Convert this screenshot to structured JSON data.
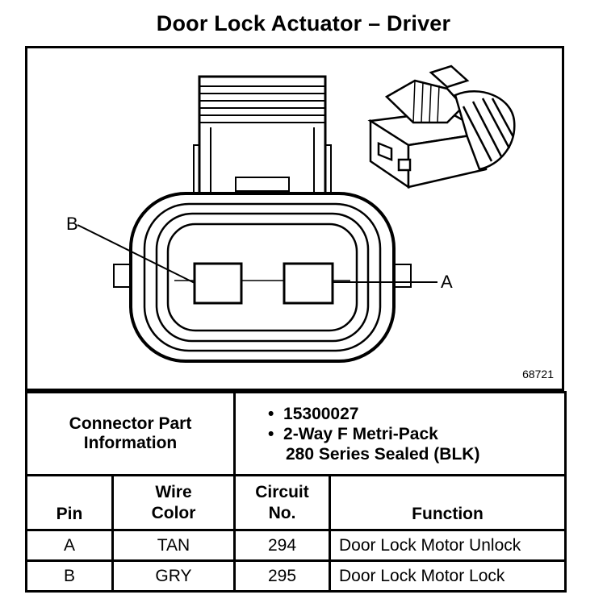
{
  "title": "Door Lock Actuator – Driver",
  "diagram": {
    "label_b": "B",
    "label_a": "A",
    "figure_id": "68721"
  },
  "connector_info": {
    "label_line1": "Connector Part",
    "label_line2": "Information",
    "part_number": "15300027",
    "desc_line1": "2-Way F Metri-Pack",
    "desc_line2": "280 Series Sealed (BLK)"
  },
  "table": {
    "headers": {
      "pin": "Pin",
      "wire_color_1": "Wire",
      "wire_color_2": "Color",
      "circuit_1": "Circuit",
      "circuit_2": "No.",
      "function": "Function"
    },
    "rows": [
      {
        "pin": "A",
        "color": "TAN",
        "circuit": "294",
        "function": "Door Lock Motor Unlock"
      },
      {
        "pin": "B",
        "color": "GRY",
        "circuit": "295",
        "function": "Door Lock Motor Lock"
      }
    ]
  }
}
